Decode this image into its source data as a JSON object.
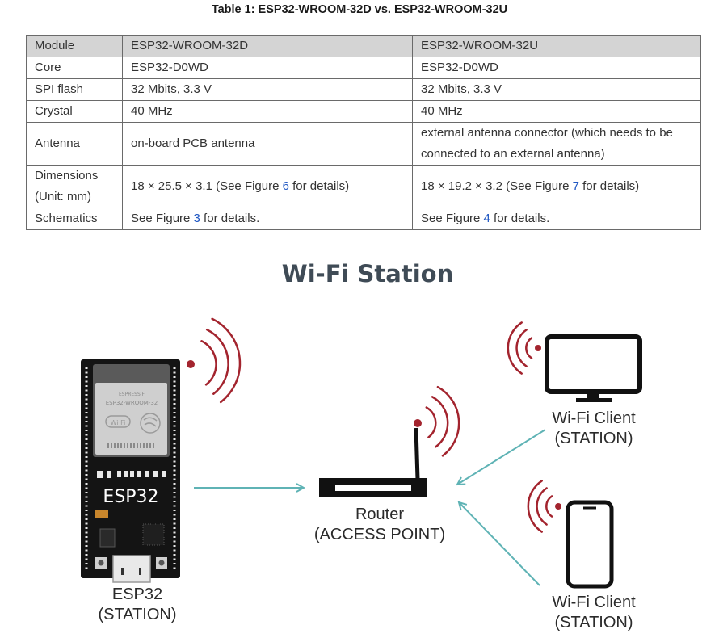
{
  "table": {
    "caption": "Table 1: ESP32-WROOM-32D vs. ESP32-WROOM-32U",
    "header": [
      "Module",
      "ESP32-WROOM-32D",
      "ESP32-WROOM-32U"
    ],
    "rows": [
      {
        "label": "Core",
        "d": "ESP32-D0WD",
        "u": "ESP32-D0WD"
      },
      {
        "label": "SPI flash",
        "d": "32 Mbits, 3.3 V",
        "u": "32 Mbits, 3.3 V"
      },
      {
        "label": "Crystal",
        "d": "40 MHz",
        "u": "40 MHz"
      },
      {
        "label": "Antenna",
        "d": "on-board PCB antenna",
        "u_line1": "external antenna connector (which needs to be",
        "u_line2": "connected to an external antenna)"
      },
      {
        "label_line1": "Dimensions",
        "label_line2": "(Unit: mm)",
        "d_pre": "18 × 25.5 × 3.1 (See Figure ",
        "d_link": "6",
        "d_post": " for details)",
        "u_pre": "18 × 19.2 × 3.2 (See Figure ",
        "u_link": "7",
        "u_post": " for details)"
      },
      {
        "label": "Schematics",
        "d_pre": "See Figure ",
        "d_link": "3",
        "d_post": " for details.",
        "u_pre": "See Figure ",
        "u_link": "4",
        "u_post": " for details."
      }
    ]
  },
  "diagram": {
    "title": "Wi-Fi Station",
    "board_silkscreen": "ESP32",
    "module_text_line1": "ESPRESSIF",
    "module_text_line2": "ESP32-WROOM-32",
    "wifi_logo_text": "Wi Fi",
    "esp32_label_line1": "ESP32",
    "esp32_label_line2": "(STATION)",
    "router_label_line1": "Router",
    "router_label_line2": "(ACCESS POINT)",
    "client1_label_line1": "Wi-Fi Client",
    "client1_label_line2": "(STATION)",
    "client2_label_line1": "Wi-Fi Client",
    "client2_label_line2": "(STATION)"
  },
  "colors": {
    "signal": "#a3242e",
    "arrow": "#5fb3b5",
    "title": "#3f4b56",
    "link": "#1f57c3",
    "header_bg": "#d4d4d4"
  }
}
